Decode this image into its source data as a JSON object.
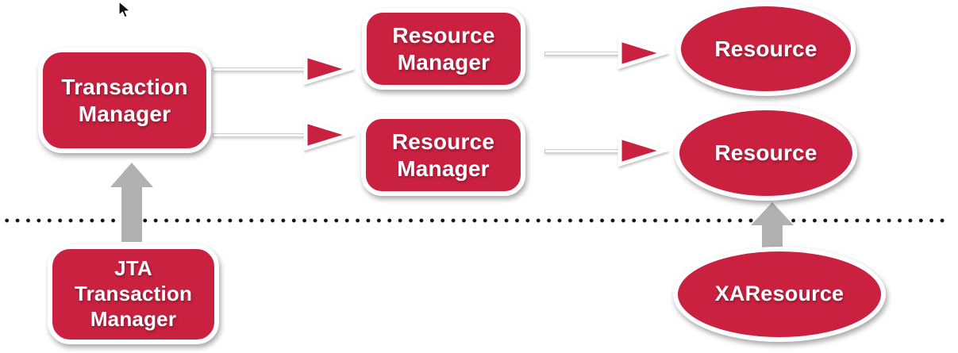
{
  "diagram": {
    "title": "JTA / XA transaction architecture diagram",
    "colors": {
      "background": "#ffffff",
      "shape_fill": "#c9213f",
      "shape_border": "#ffffff",
      "text_color": "#ffffff",
      "gray_arrow": "#b1b1b1",
      "dot_color": "#151515",
      "connector_line": "#fdfdfd",
      "connector_edge": "#cccccc"
    },
    "nodes": {
      "transaction_manager": {
        "shape": "rounded-rect",
        "label": "Transaction Manager",
        "lines": [
          "Transaction",
          "Manager"
        ]
      },
      "resource_manager_top": {
        "shape": "rounded-rect",
        "label": "Resource Manager",
        "lines": [
          "Resource",
          "Manager"
        ]
      },
      "resource_manager_bottom": {
        "shape": "rounded-rect",
        "label": "Resource Manager",
        "lines": [
          "Resource",
          "Manager"
        ]
      },
      "resource_top": {
        "shape": "ellipse",
        "label": "Resource",
        "lines": [
          "Resource"
        ]
      },
      "resource_bottom": {
        "shape": "ellipse",
        "label": "Resource",
        "lines": [
          "Resource"
        ]
      },
      "jta_transaction_manager": {
        "shape": "rounded-rect",
        "label": "JTA Transaction Manager",
        "lines": [
          "JTA",
          "Transaction",
          "Manager"
        ]
      },
      "xa_resource": {
        "shape": "ellipse",
        "label": "XAResource",
        "lines": [
          "XAResource"
        ]
      }
    },
    "edges": [
      {
        "from": "transaction_manager",
        "to": "resource_manager_top",
        "style": "open-red-arrow-right"
      },
      {
        "from": "transaction_manager",
        "to": "resource_manager_bottom",
        "style": "open-red-arrow-right"
      },
      {
        "from": "resource_manager_top",
        "to": "resource_top",
        "style": "open-red-arrow-right"
      },
      {
        "from": "resource_manager_bottom",
        "to": "resource_bottom",
        "style": "open-red-arrow-right"
      },
      {
        "from": "jta_transaction_manager",
        "to": "transaction_manager",
        "style": "gray-block-arrow-up"
      },
      {
        "from": "xa_resource",
        "to": "resource_bottom",
        "style": "gray-block-arrow-up"
      }
    ],
    "divider": {
      "style": "dotted-horizontal-line"
    }
  }
}
